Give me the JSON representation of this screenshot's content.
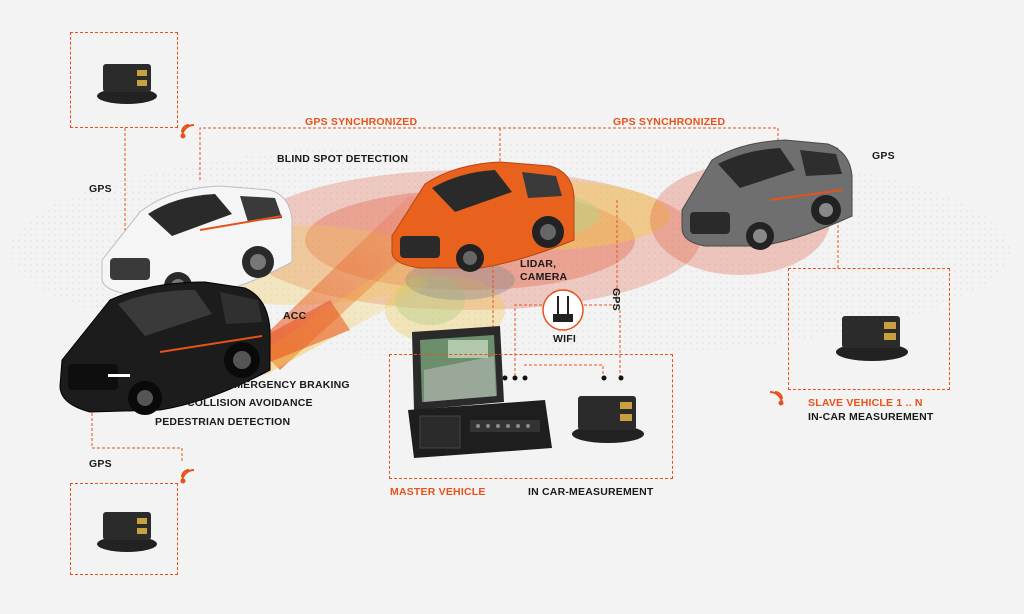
{
  "labels": {
    "gps_sync_left": "GPS SYNCHRONIZED",
    "gps_sync_right": "GPS SYNCHRONIZED",
    "blind_spot": "BLIND SPOT DETECTION",
    "gps_left_top": "GPS",
    "gps_left_bottom": "GPS",
    "gps_right": "GPS",
    "gps_vertical": "GPS",
    "acc": "ACC",
    "lidar_camera": "LIDAR,\nCAMERA",
    "wifi": "WIFI",
    "emergency_braking": "EMERGENCY BRAKING",
    "collision_avoidance": "COLLISION AVOIDANCE",
    "pedestrian_detection": "PEDESTRIAN DETECTION",
    "master_vehicle": "MASTER VEHICLE",
    "in_car_measurement": "IN CAR-MEASUREMENT",
    "slave_vehicle": "SLAVE VEHICLE 1 .. N",
    "slave_in_car": "IN-CAR MEASUREMENT"
  },
  "vehicles": [
    {
      "name": "white-suv",
      "color": "#f2f2f2"
    },
    {
      "name": "orange-suv",
      "color": "#e8621e"
    },
    {
      "name": "gray-suv",
      "color": "#6b6b6b"
    },
    {
      "name": "black-suv",
      "color": "#1c1c1c"
    }
  ],
  "colors": {
    "accent": "#e8521a",
    "sensor_red": "#e04a2a",
    "sensor_yellow": "#f2c94c",
    "sensor_green": "#b9cf8a",
    "background": "#f3f3f3"
  },
  "icons": [
    "wifi-signal-icon",
    "antenna-icon",
    "gps-receiver-icon",
    "laptop-daq-icon"
  ]
}
